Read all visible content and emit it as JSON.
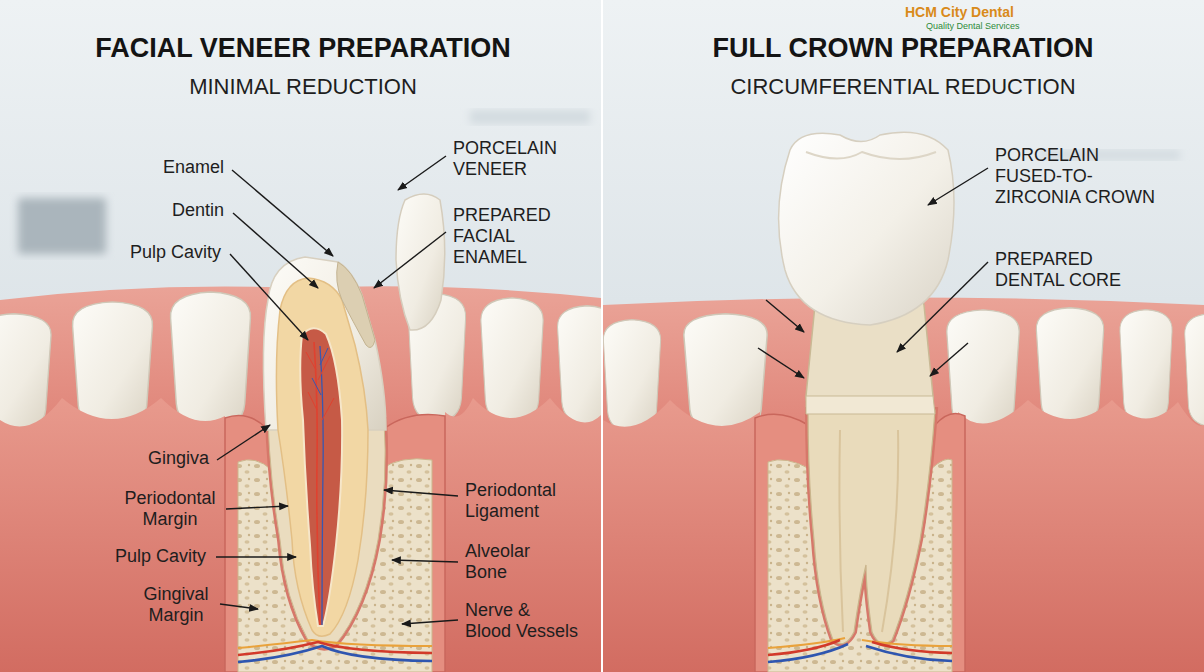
{
  "diagram": {
    "labels": [
      "FACIAL VENEER PREPARATION",
      "MINIMAL REDUCTION",
      "Enamel",
      "Dentin",
      "Pulp Cavity",
      "PORCELAIN VENEER",
      "PREPARED FACIAL ENAMEL",
      "Gingiva",
      "Periodontal Margin",
      "Pulp Cavity",
      "Gingival Margin",
      "Periodontal Ligament",
      "Alveolar Bone",
      "Nerve & Blood Vessels",
      "FULL CROWN PREPARATION",
      "CIRCUMFERENTIAL REDUCTION",
      "PORCELAIN FUSED-TO- ZIRCONIA CROWN",
      "PREPARED DENTAL CORE",
      "HCM City Dental",
      "Quality Dental Services"
    ]
  }
}
